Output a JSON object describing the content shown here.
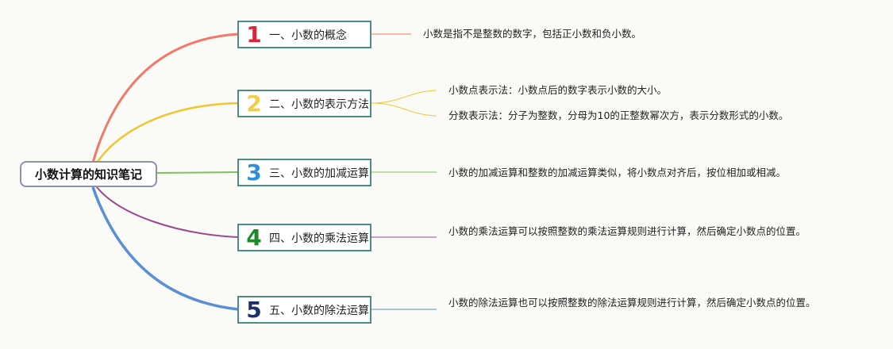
{
  "root": {
    "label": "小数计算的知识笔记"
  },
  "branches": [
    {
      "num": "1",
      "color": "#d9263a",
      "label": "一、小数的概念",
      "leaves": [
        "小数是指不是整数的数字，包括正小数和负小数。"
      ]
    },
    {
      "num": "2",
      "color": "#f2cd4a",
      "label": "二、小数的表示方法",
      "leaves": [
        "小数点表示法：小数点后的数字表示小数的大小。",
        "分数表示法：分子为整数，分母为10的正整数幂次方，表示分数形式的小数。"
      ]
    },
    {
      "num": "3",
      "color": "#2f8fd6",
      "label": "三、小数的加减运算",
      "leaves": [
        "小数的加减运算和整数的加减运算类似，将小数点对齐后，按位相加或相减。"
      ]
    },
    {
      "num": "4",
      "color": "#1f8a2b",
      "label": "四、小数的乘法运算",
      "leaves": [
        "小数的乘法运算可以按照整数的乘法运算规则进行计算，然后确定小数点的位置。"
      ]
    },
    {
      "num": "5",
      "color": "#1c2f6e",
      "label": "五、小数的除法运算",
      "leaves": [
        "小数的除法运算也可以按照整数的除法运算规则进行计算，然后确定小数点的位置。"
      ]
    }
  ],
  "line_colors": [
    "#f07a6a",
    "#f2c531",
    "#7cc45a",
    "#9b4a8c",
    "#5a8fd6"
  ]
}
